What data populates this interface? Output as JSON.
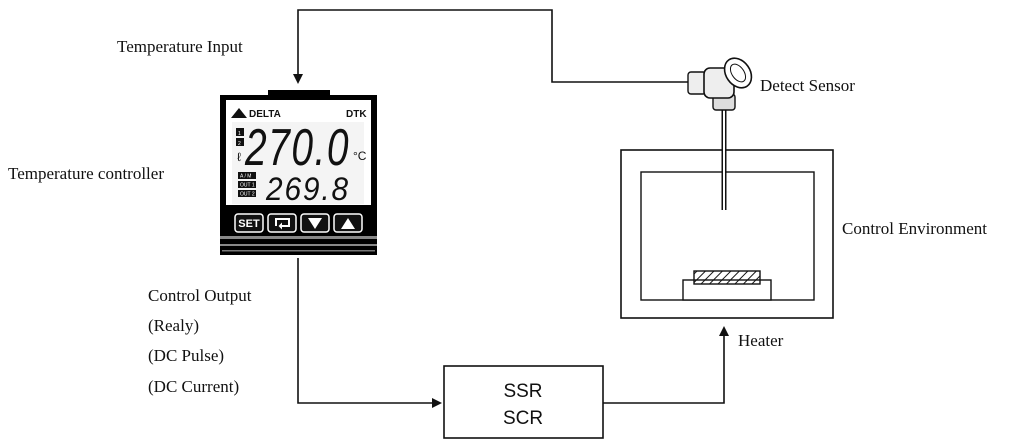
{
  "labels": {
    "temperature_input": "Temperature Input",
    "detect_sensor": "Detect Sensor",
    "temperature_controller": "Temperature controller",
    "control_environment": "Control Environment",
    "heater": "Heater",
    "control_output": "Control Output",
    "output_options": [
      "(Realy)",
      "(DC Pulse)",
      "(DC Current)"
    ]
  },
  "relay_box": {
    "line1": "SSR",
    "line2": "SCR"
  },
  "controller": {
    "brand": "DELTA",
    "model": "DTK",
    "pv": "270.0",
    "sv": "269.8",
    "unit": "°C",
    "indicators": [
      "1",
      "2"
    ],
    "status_tags": [
      "A / M",
      "OUT 1",
      "OUT 2"
    ],
    "buttons": {
      "set": "SET",
      "cycle": "cycle-icon",
      "down": "down-triangle-icon",
      "up": "up-triangle-icon"
    }
  },
  "colors": {
    "line": "#111111",
    "panel": "#000000",
    "lcd": "#e8e8e8"
  }
}
